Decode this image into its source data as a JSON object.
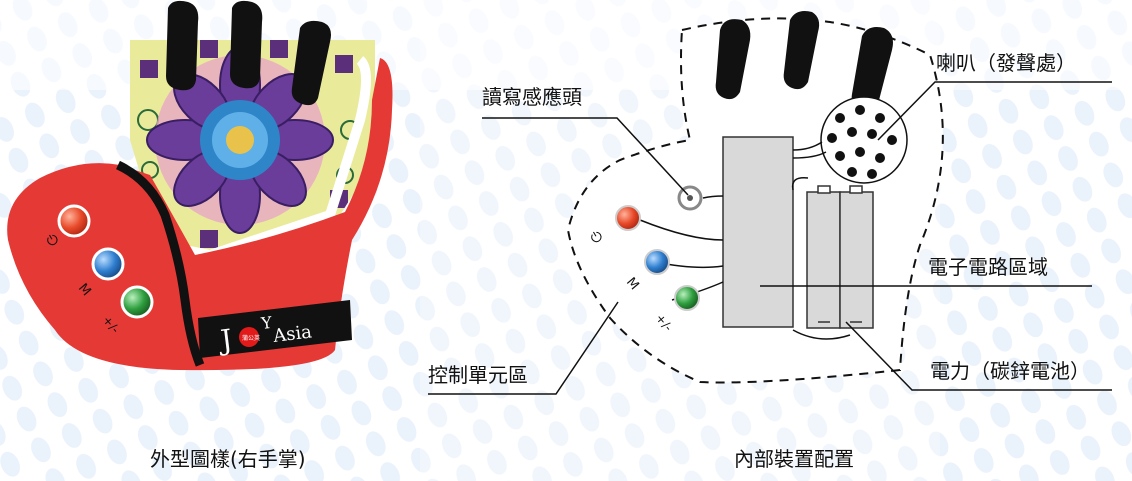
{
  "callouts": {
    "reader": "讀寫感應頭",
    "speaker": "喇叭（發聲處）",
    "circuit": "電子電路區域",
    "battery": "電力（碳鋅電池）",
    "control": "控制單元區"
  },
  "button_marks": {
    "power": "⏻",
    "mode": "M",
    "plusminus": "+/-"
  },
  "logo": {
    "text_j": "J",
    "text_oy": "Y",
    "text_asia": "Asia",
    "badge_text": "蒲公英"
  },
  "captions": {
    "left": "外型圖樣(右手掌)",
    "right": "內部裝置配置"
  },
  "colors": {
    "glove_red": "#e53935",
    "button_red": "#e84a2a",
    "button_blue": "#2f7fd0",
    "button_green": "#2e9e3e",
    "dots": "#e6eef8"
  }
}
